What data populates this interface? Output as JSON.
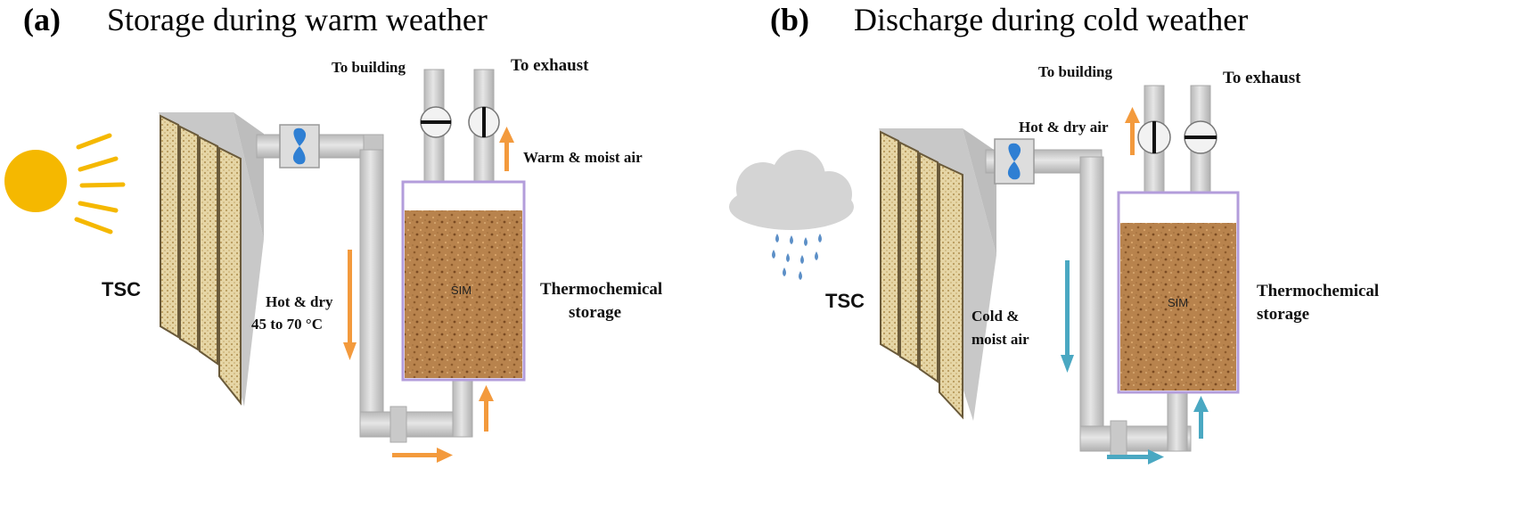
{
  "panel_a": {
    "letter": "(a)",
    "title": "Storage during warm weather",
    "to_building": "To building",
    "to_exhaust": "To exhaust",
    "outlet_air": "Warm & moist air",
    "inlet_line1": "Hot & dry",
    "inlet_line2": "45 to 70 °C",
    "collector": "TSC",
    "storage_line1": "Thermochemical",
    "storage_line2": "storage",
    "material": "SIM",
    "weather_icon": "sun-icon"
  },
  "panel_b": {
    "letter": "(b)",
    "title": "Discharge during cold weather",
    "to_building": "To building",
    "to_exhaust": "To exhaust",
    "outlet_air": "Hot & dry air",
    "inlet_line1": "Cold &",
    "inlet_line2": "moist air",
    "collector": "TSC",
    "storage_line1": "Thermochemical",
    "storage_line2": "storage",
    "material": "SIM",
    "weather_icon": "rain-cloud-icon"
  },
  "colors": {
    "warm_arrow": "#f39a3d",
    "cold_arrow": "#4aa8c2",
    "sun": "#f5b800",
    "pipe": "#cfcfcf",
    "pipe_edge": "#b3b3b3",
    "tank_border": "#b39ddb",
    "media": "#b8834d",
    "fan": "#2f7fd3",
    "cloud": "#d4d4d4",
    "rain": "#5c8fc7"
  }
}
